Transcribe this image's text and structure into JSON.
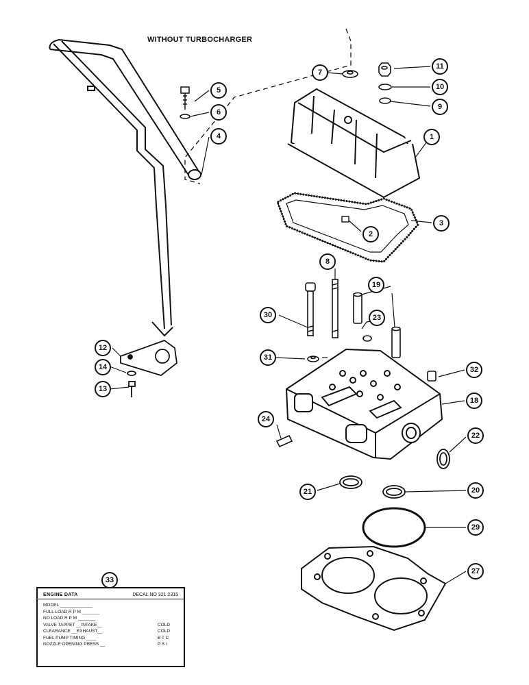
{
  "title": "WITHOUT TURBOCHARGER",
  "callouts": [
    "1",
    "2",
    "3",
    "4",
    "5",
    "6",
    "7",
    "8",
    "9",
    "10",
    "11",
    "12",
    "13",
    "14",
    "18",
    "19",
    "20",
    "21",
    "22",
    "23",
    "24",
    "27",
    "29",
    "30",
    "31",
    "32",
    "33"
  ],
  "decal": {
    "heading": "ENGINE DATA",
    "decal_no": "DECAL NO   321 2315",
    "rows": [
      {
        "label": "MODEL _____________",
        "value": ""
      },
      {
        "label": "FULL LOAD R P M _______",
        "value": ""
      },
      {
        "label": "NO LOAD R P M _______",
        "value": ""
      },
      {
        "label": "VALVE TAPPET __INTAKE__",
        "value": "COLD"
      },
      {
        "label": "CLEARANCE __EXHAUST__",
        "value": "COLD"
      },
      {
        "label": "FUEL PUMP TIMING ____",
        "value": "B T C"
      },
      {
        "label": "NOZZLE OPENING PRESS __",
        "value": "P S I"
      }
    ]
  }
}
